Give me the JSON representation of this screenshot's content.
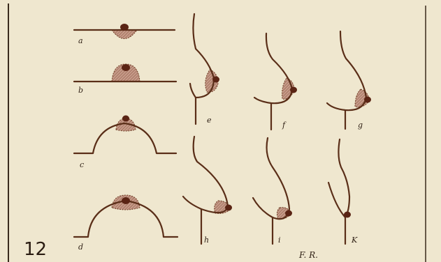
{
  "plate": {
    "number": "12",
    "signature": "F. R.",
    "figures": [
      {
        "id": "a",
        "label": "a"
      },
      {
        "id": "b",
        "label": "b"
      },
      {
        "id": "c",
        "label": "c"
      },
      {
        "id": "d",
        "label": "d"
      },
      {
        "id": "e",
        "label": "e"
      },
      {
        "id": "f",
        "label": "f"
      },
      {
        "id": "g",
        "label": "g"
      },
      {
        "id": "h",
        "label": "h"
      },
      {
        "id": "i",
        "label": "i"
      },
      {
        "id": "k",
        "label": "K"
      }
    ]
  },
  "colors": {
    "paper": "#efe7cf",
    "ink": "#5a2e18",
    "areola": "#c59a88",
    "nipple": "#5a2414"
  }
}
